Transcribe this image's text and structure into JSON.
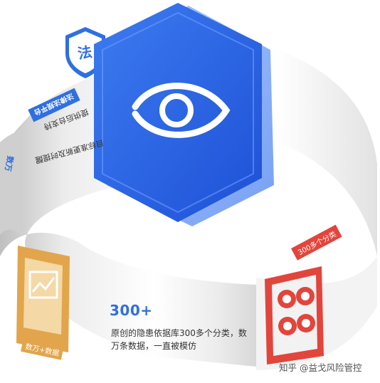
{
  "shield_icon": {
    "char": "法",
    "color": "#2f6fe0"
  },
  "left_band": {
    "tag": "法律法规平台",
    "line1": "提供后台支持",
    "line2": "目标准更新及时提醒",
    "edge_text": "数万"
  },
  "center_icon": {
    "name": "eye-icon",
    "color": "#2f6fe0"
  },
  "stat": {
    "number": "300+",
    "description": "原创的隐患依据库300多个分类，数万条数据，一直被模仿"
  },
  "orange_card": {
    "tag": "数万+数据",
    "icon": "chart-icon",
    "color": "#e2a54c"
  },
  "red_card": {
    "tag": "300多个分类",
    "icon": "grid-icon",
    "color": "#e2453c"
  },
  "watermark": "知乎 @益戈风险管控"
}
